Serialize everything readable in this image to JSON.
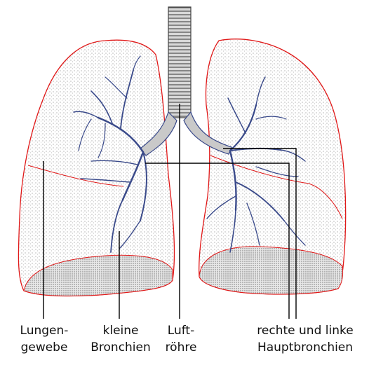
{
  "figure": {
    "colors": {
      "outline": "#e01818",
      "stipple": "#8a8a8a",
      "bronchi": "#3a4a8a",
      "leader": "#000000",
      "text": "#111111",
      "background": "#ffffff"
    },
    "labels": {
      "lung_tissue": [
        "Lungen-",
        "gewebe"
      ],
      "small_bronchi": [
        "kleine",
        "Bronchien"
      ],
      "trachea": [
        "Luft-",
        "röhre"
      ],
      "main_bronchi": [
        "rechte und linke",
        "Hauptbronchien"
      ]
    }
  }
}
